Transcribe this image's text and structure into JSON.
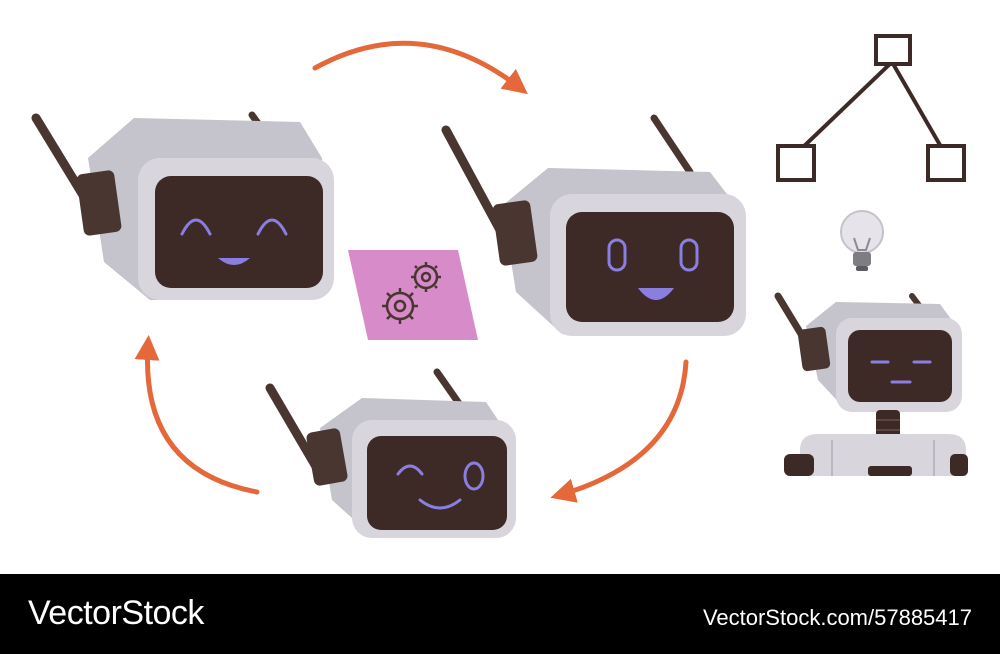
{
  "illustration": {
    "colors": {
      "background": "#ffffff",
      "arrow": "#e4683a",
      "robot_casing": "#d8d6dc",
      "robot_screen": "#3d2a26",
      "face_lines": "#8a7fe0",
      "antenna": "#4a3630",
      "gear_card": "#d78bc8",
      "diagram_lines": "#3d2a26"
    },
    "icons": [
      "cycle-arrow-icon",
      "gear-icon",
      "network-diagram-icon",
      "light-bulb-icon"
    ],
    "robots": [
      {
        "expression": "happy"
      },
      {
        "expression": "surprised-smile"
      },
      {
        "expression": "winking"
      },
      {
        "expression": "neutral"
      }
    ]
  },
  "footer": {
    "brand": "VectorStock",
    "credit": "VectorStock.com/57885417",
    "background": "#000000",
    "text_color": "#ffffff"
  }
}
